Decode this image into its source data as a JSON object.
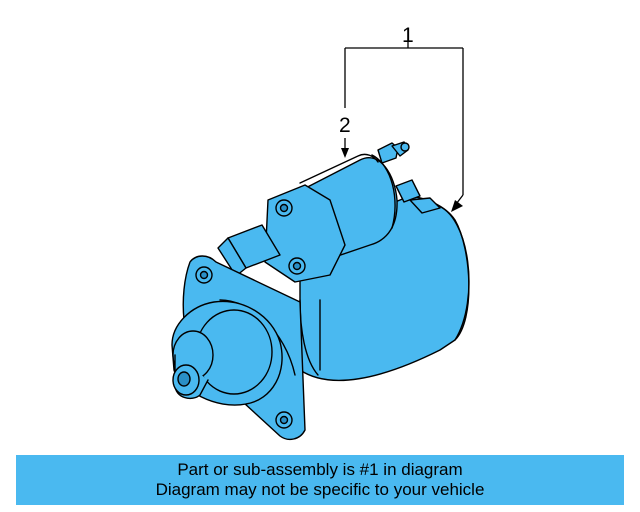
{
  "diagram": {
    "callouts": [
      {
        "id": "1",
        "label": "1"
      },
      {
        "id": "2",
        "label": "2"
      }
    ],
    "part_color": "#4ab9f0",
    "outline_color": "#000000",
    "part_icon": "starter-motor-icon"
  },
  "banner": {
    "line1": "Part or sub-assembly is #1 in diagram",
    "line2": "Diagram may not be specific to your vehicle",
    "background": "#4ab9f0"
  }
}
